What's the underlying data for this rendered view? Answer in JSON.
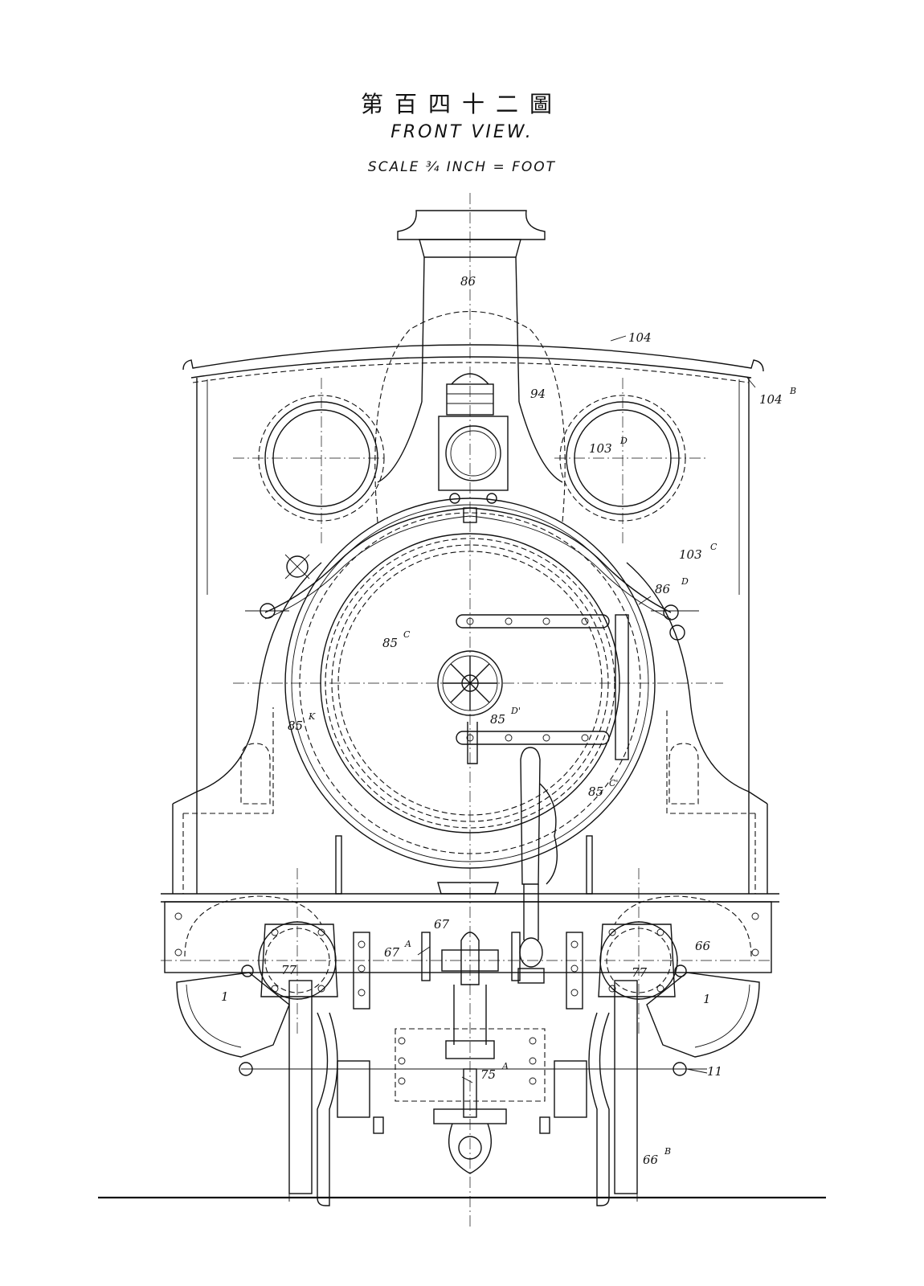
{
  "header": {
    "title_jp": "第百四十二圖",
    "title_en": "FRONT VIEW.",
    "scale": "SCALE ¾ INCH = FOOT"
  },
  "labels": [
    {
      "id": "86",
      "text": "86",
      "sup": ""
    },
    {
      "id": "104",
      "text": "104",
      "sup": ""
    },
    {
      "id": "104B",
      "text": "104",
      "sup": "B"
    },
    {
      "id": "94",
      "text": "94",
      "sup": ""
    },
    {
      "id": "103D",
      "text": "103",
      "sup": "D"
    },
    {
      "id": "103C",
      "text": "103",
      "sup": "C"
    },
    {
      "id": "86D",
      "text": "86",
      "sup": "D"
    },
    {
      "id": "85C",
      "text": "85",
      "sup": "C"
    },
    {
      "id": "85K",
      "text": "85",
      "sup": "K"
    },
    {
      "id": "85D'",
      "text": "85",
      "sup": "D'"
    },
    {
      "id": "85C'",
      "text": "85",
      "sup": "C'"
    },
    {
      "id": "67",
      "text": "67",
      "sup": ""
    },
    {
      "id": "67A",
      "text": "67",
      "sup": "A"
    },
    {
      "id": "66",
      "text": "66",
      "sup": ""
    },
    {
      "id": "77L",
      "text": "77",
      "sup": ""
    },
    {
      "id": "77R",
      "text": "77",
      "sup": ""
    },
    {
      "id": "1L",
      "text": "1",
      "sup": ""
    },
    {
      "id": "1R",
      "text": "1",
      "sup": ""
    },
    {
      "id": "75A",
      "text": "75",
      "sup": "A"
    },
    {
      "id": "11",
      "text": "11",
      "sup": ""
    },
    {
      "id": "66B",
      "text": "66",
      "sup": "B"
    }
  ]
}
